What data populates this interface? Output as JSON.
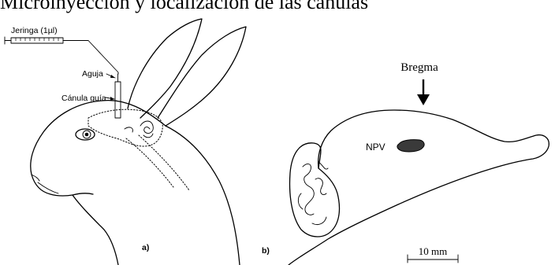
{
  "header": {
    "title": "Microinyección y localización de las cánulas"
  },
  "panel_a": {
    "label": "a)",
    "syringe_label": "Jeringa (1µl)",
    "needle_label": "Aguja",
    "cannula_label": "Cánula guía"
  },
  "panel_b": {
    "label": "b)",
    "bregma_label": "Bregma",
    "nucleus_label": "NPV",
    "scale_label": "10 mm"
  },
  "colors": {
    "line": "#000000",
    "nucleus_fill": "#3a3a3a"
  }
}
